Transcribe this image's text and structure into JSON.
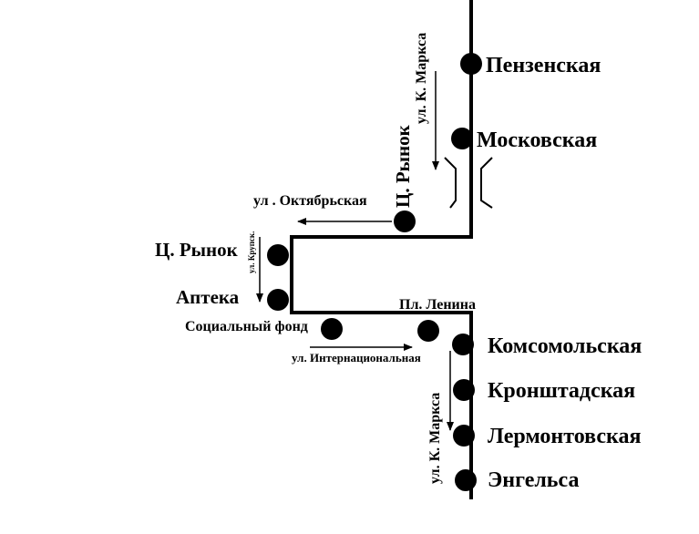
{
  "stops": {
    "penzenskaya": "Пензенская",
    "moskovskaya": "Московская",
    "rynok_top": "Ц. Рынок",
    "rynok_left": "Ц. Рынок",
    "apteka": "Аптека",
    "pl_lenina": "Пл. Ленина",
    "social_fund": "Социальный фонд",
    "komsomolskaya": "Комсомольская",
    "kronshtadskaya": "Кронштадская",
    "lermontovskaya": "Лермонтовская",
    "engelsa": "Энгельса"
  },
  "streets": {
    "k_marksa_top": "ул. К. Маркса",
    "oktyabrskaya": "ул . Октябрьская",
    "krupskoy": "ул. Крупск.",
    "internatsionalnaya": "ул. Интернациональная",
    "k_marksa_bottom": "ул. К. Маркса"
  },
  "colors": {
    "ink": "#000000",
    "background": "#ffffff"
  }
}
